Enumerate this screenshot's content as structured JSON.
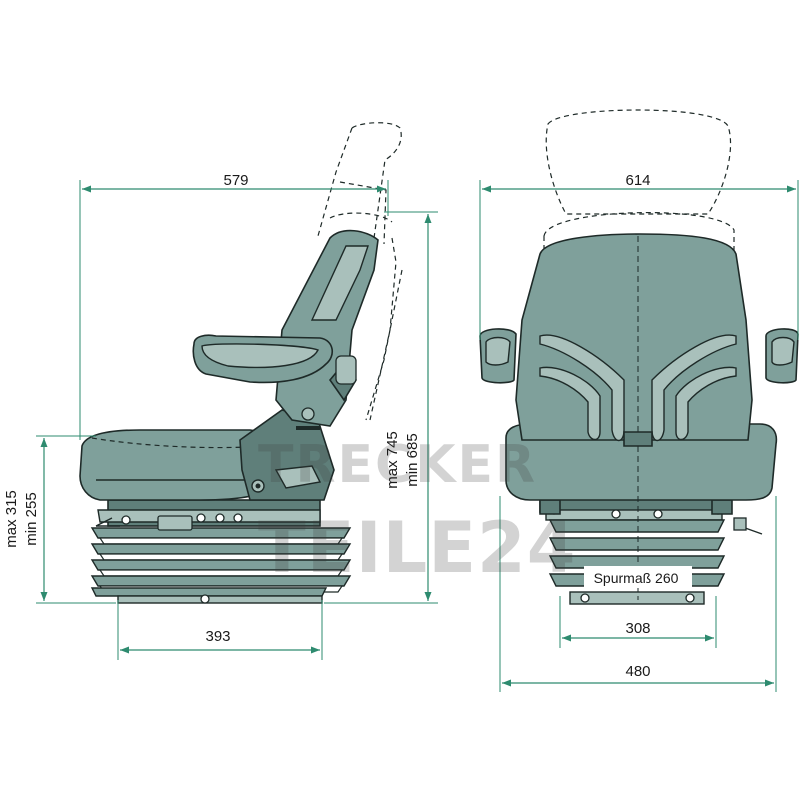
{
  "watermark": {
    "line1": "TRECKER",
    "line2": "TEILE24"
  },
  "dimensions": {
    "side_length": "579",
    "side_height": "max 745\nmin 685",
    "side_height_max": "max 745",
    "side_height_min": "min 685",
    "suspension_height_max": "max 315",
    "suspension_height_min": "min 255",
    "side_base": "393",
    "front_width": "614",
    "track_label": "Spurmaß 260",
    "front_rail": "308",
    "front_base": "480"
  },
  "colors": {
    "seat": "#7fa09b",
    "dimension_line": "#2e8b6f",
    "outline": "#1e2a28"
  }
}
